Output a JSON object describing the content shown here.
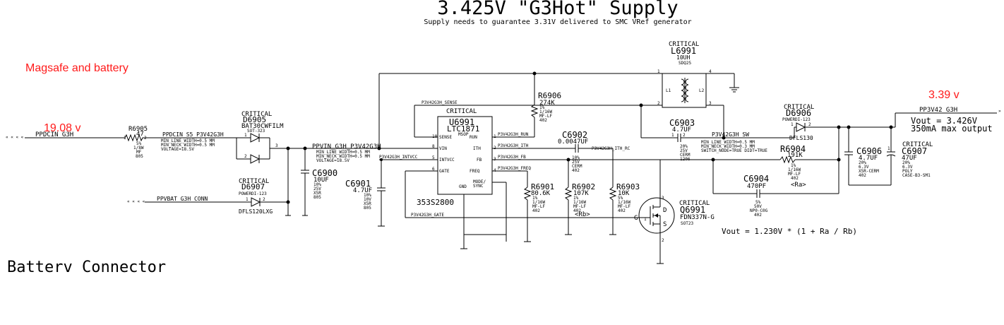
{
  "title": "3.425V \"G3Hot\" Supply",
  "subtitle": "Supply needs to guarantee 3.31V delivered to SMC VRef generator",
  "annotations": {
    "magsafe": "Magsafe and battery",
    "v_in": "19.08 v",
    "v_out": "3.39 v",
    "battery_connector": "Batterv Connector",
    "vout_formula": "Vout = 1.230V * (1 + Ra / Rb)",
    "vout_note1": "Vout = 3.426V",
    "vout_note2": "350mA max output",
    "ra": "<Ra>",
    "rb": "<Rb>"
  },
  "nets": {
    "ppdcin_g3h": "PPDCIN_G3H",
    "ppdcin_s5": "PPDCIN_S5_P3V42G3H",
    "ppvin": "PPVIN_G3H_P3V42G3H",
    "ppvbat": "PPVBAT_G3H_CONN",
    "sense": "P3V42G3H_SENSE",
    "intvcc": "P3V42G3H_INTVCC",
    "gate": "P3V42G3H_GATE",
    "run": "P3V42G3H_RUN",
    "ith": "P3V42G3H_ITH",
    "fb": "P3V42G3H_FB",
    "freq": "P3V42G3H_FREQ",
    "ith_rc": "P3V42G3H_ITH_RC",
    "sw": "P3V42G3H_SW",
    "pp3v42": "PP3V42_G3H",
    "offpage_left1": "« « « «",
    "offpage_left2": "« « « «"
  },
  "net_props": {
    "ppdcin_s5": [
      "MIN_LINE_WIDTH=0.5 MM",
      "MIN_NECK_WIDTH=0.5 MM",
      "VOLTAGE=18.5V"
    ],
    "ppvin": [
      "MIN_LINE_WIDTH=0.5 MM",
      "MIN_NECK_WIDTH=0.5 MM",
      "VOLTAGE=18.5V"
    ],
    "sw": [
      "MIN_LINE_WIDTH=0.5 MM",
      "MIN_NECK_WIDTH=0.3 MM",
      "SWITCH_NODE=TRUE  DIDT=TRUE"
    ]
  },
  "ic": {
    "critical": "CRITICAL",
    "ref": "U6991",
    "part": "LTC1871",
    "pkg": "MSOP",
    "bom": "353S2800",
    "pins_left": [
      {
        "num": "10",
        "name": "SENSE"
      },
      {
        "num": "8",
        "name": "VIN"
      },
      {
        "num": "5",
        "name": "INTVCC"
      },
      {
        "num": "6",
        "name": "GATE"
      }
    ],
    "pins_right": [
      {
        "num": "1",
        "name": "RUN"
      },
      {
        "num": "2",
        "name": "ITH"
      },
      {
        "num": "3",
        "name": "FB"
      },
      {
        "num": "4",
        "name": "FREQ"
      }
    ],
    "gnd": "GND",
    "mode": "MODE/",
    "sync": "SYNC"
  },
  "components": {
    "r6905": {
      "ref": "R6905",
      "val": "47",
      "p": [
        "5%",
        "1/8W",
        "MF",
        "805"
      ]
    },
    "d6905": {
      "crit": "CRITICAL",
      "ref": "D6905",
      "part": "BAT30CWFILM",
      "pkg": "SOT-323"
    },
    "d6907": {
      "crit": "CRITICAL",
      "ref": "D6907",
      "pkg": "POWERDI-123",
      "part": "DFLS120LXG"
    },
    "c6900": {
      "ref": "C6900",
      "val": "10UF",
      "p": [
        "10%",
        "25V",
        "X5R",
        "805"
      ]
    },
    "c6901": {
      "ref": "C6901",
      "val": "4.7UF",
      "p": [
        "10%",
        "10V",
        "X5R",
        "805"
      ]
    },
    "r6906": {
      "ref": "R6906",
      "val": "274K",
      "p": [
        "1%",
        "1/16W",
        "MF-LF",
        "402"
      ]
    },
    "c6902": {
      "ref": "C6902",
      "val": "0.0047UF",
      "p": [
        "10%",
        "25V",
        "CERM",
        "402"
      ]
    },
    "r6901": {
      "ref": "R6901",
      "val": "80.6K",
      "p": [
        "1%",
        "1/16W",
        "MF-LF",
        "402"
      ]
    },
    "r6902": {
      "ref": "R6902",
      "val": "107K",
      "p": [
        "1%",
        "1/16W",
        "MF-LF",
        "402"
      ]
    },
    "r6903": {
      "ref": "R6903",
      "val": "10K",
      "p": [
        "5%",
        "1/16W",
        "MF-LF",
        "402"
      ]
    },
    "l6991": {
      "crit": "CRITICAL",
      "ref": "L6991",
      "val": "10UH",
      "pkg": "SDQ25",
      "w1": "L1",
      "w2": "L2"
    },
    "c6903": {
      "ref": "C6903",
      "val": "4.7UF",
      "p": [
        "20%",
        "25V",
        "CERM",
        "1206"
      ]
    },
    "q6991": {
      "crit": "CRITICAL",
      "ref": "Q6991",
      "part": "FDN337N-G",
      "pkg": "SOT23"
    },
    "d6906": {
      "crit": "CRITICAL",
      "ref": "D6906",
      "pkg": "POWERDI-123",
      "part": "DFLS130"
    },
    "r6904": {
      "ref": "R6904",
      "val": "191K",
      "p": [
        "1%",
        "1/16W",
        "MF-LF",
        "402"
      ]
    },
    "c6904": {
      "ref": "C6904",
      "val": "470PF",
      "p": [
        "5%",
        "50V",
        "NP0-C0G",
        "402"
      ]
    },
    "c6906": {
      "ref": "C6906",
      "val": "4.7UF",
      "p": [
        "20%",
        "6.3V",
        "X5R-CERM",
        "402"
      ]
    },
    "c6907": {
      "crit": "CRITICAL",
      "ref": "C6907",
      "val": "47UF",
      "p": [
        "20%",
        "6.3V",
        "POLY",
        "CASE-B3-SM1"
      ]
    }
  },
  "pins": {
    "one": "1",
    "two": "2",
    "three": "3",
    "four": "4",
    "g": "G",
    "d": "D",
    "s": "S"
  }
}
